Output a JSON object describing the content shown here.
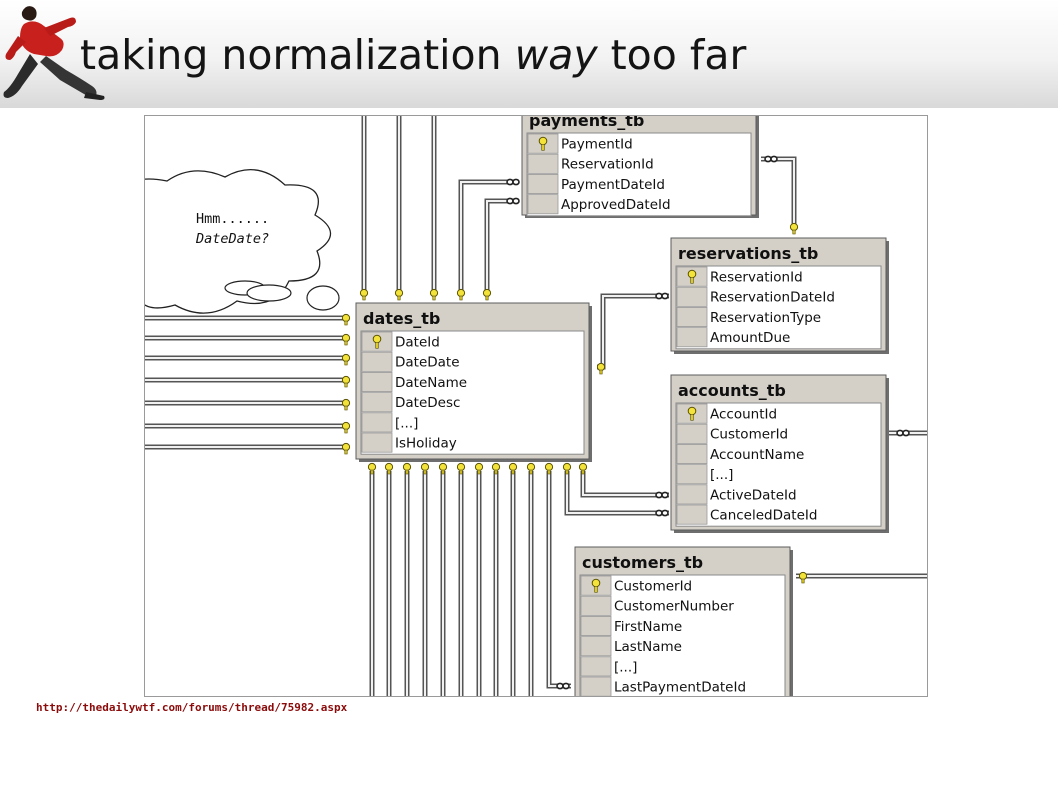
{
  "slide": {
    "title_before": "taking normalization ",
    "title_emphasis": "way",
    "title_after": " too far",
    "source_url": "http://thedailywtf.com/forums/thread/75982.aspx"
  },
  "thought_bubble": {
    "line1": "Hmm......",
    "line2": "DateDate?"
  },
  "tables": [
    {
      "name": "payments_tb",
      "columns": [
        {
          "name": "PaymentId",
          "key": true
        },
        {
          "name": "ReservationId",
          "key": false
        },
        {
          "name": "PaymentDateId",
          "key": false
        },
        {
          "name": "ApprovedDateId",
          "key": false
        }
      ]
    },
    {
      "name": "reservations_tb",
      "columns": [
        {
          "name": "ReservationId",
          "key": true
        },
        {
          "name": "ReservationDateId",
          "key": false
        },
        {
          "name": "ReservationType",
          "key": false
        },
        {
          "name": "AmountDue",
          "key": false
        }
      ]
    },
    {
      "name": "dates_tb",
      "columns": [
        {
          "name": "DateId",
          "key": true
        },
        {
          "name": "DateDate",
          "key": false
        },
        {
          "name": "DateName",
          "key": false
        },
        {
          "name": "DateDesc",
          "key": false
        },
        {
          "name": "[...]",
          "key": false
        },
        {
          "name": "IsHoliday",
          "key": false
        }
      ]
    },
    {
      "name": "accounts_tb",
      "columns": [
        {
          "name": "AccountId",
          "key": true
        },
        {
          "name": "CustomerId",
          "key": false
        },
        {
          "name": "AccountName",
          "key": false
        },
        {
          "name": "[...]",
          "key": false
        },
        {
          "name": "ActiveDateId",
          "key": false
        },
        {
          "name": "CanceledDateId",
          "key": false
        }
      ]
    },
    {
      "name": "customers_tb",
      "columns": [
        {
          "name": "CustomerId",
          "key": true
        },
        {
          "name": "CustomerNumber",
          "key": false
        },
        {
          "name": "FirstName",
          "key": false
        },
        {
          "name": "LastName",
          "key": false
        },
        {
          "name": "[...]",
          "key": false
        },
        {
          "name": "LastPaymentDateId",
          "key": false
        }
      ]
    }
  ]
}
